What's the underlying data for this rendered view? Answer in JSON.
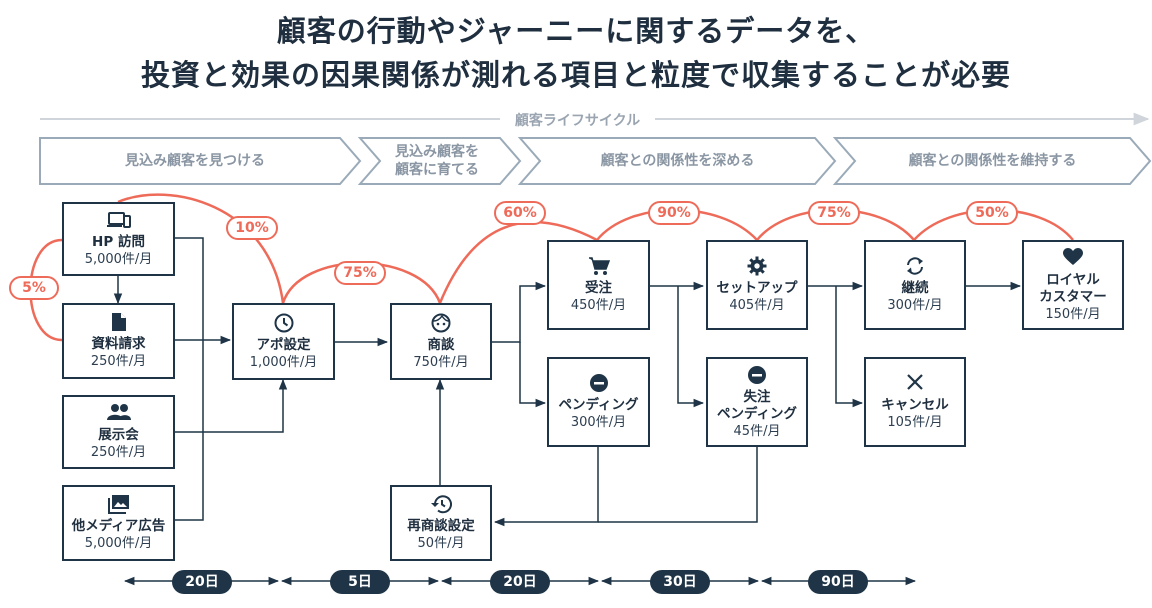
{
  "title": {
    "line1": "顧客の行動やジャーニーに関するデータを、",
    "line2": "投資と効果の因果関係が測れる項目と粒度で収集することが必要"
  },
  "lifecycle_label": "顧客ライフサイクル",
  "stages": [
    "見込み顧客を見つける",
    "見込み顧客を顧客に育てる",
    "顧客との関係性を深める",
    "顧客との関係性を維持する"
  ],
  "stage2_lines": [
    "見込み顧客を",
    "顧客に育てる"
  ],
  "nodes": {
    "hp": {
      "name": "HP 訪問",
      "count": "5,000件/月",
      "icon": "devices-icon"
    },
    "shiryo": {
      "name": "資料請求",
      "count": "250件/月",
      "icon": "document-icon"
    },
    "tenjikai": {
      "name": "展示会",
      "count": "250件/月",
      "icon": "people-icon"
    },
    "media": {
      "name": "他メディア広告",
      "count": "5,000件/月",
      "icon": "image-icon"
    },
    "apo": {
      "name": "アポ設定",
      "count": "1,000件/月",
      "icon": "clock-icon"
    },
    "shodan": {
      "name": "商談",
      "count": "750件/月",
      "icon": "face-icon"
    },
    "resho": {
      "name": "再商談設定",
      "count": "50件/月",
      "icon": "history-icon"
    },
    "juchu": {
      "name": "受注",
      "count": "450件/月",
      "icon": "cart-icon"
    },
    "pending": {
      "name": "ペンディング",
      "count": "300件/月",
      "icon": "minus-circle-icon"
    },
    "setup": {
      "name": "セットアップ",
      "count": "405件/月",
      "icon": "gear-icon"
    },
    "shitchu": {
      "name1": "失注",
      "name2": "ペンディング",
      "count": "45件/月",
      "icon": "minus-circle-icon"
    },
    "keizoku": {
      "name": "継続",
      "count": "300件/月",
      "icon": "sync-icon"
    },
    "cancel": {
      "name": "キャンセル",
      "count": "105件/月",
      "icon": "close-icon"
    },
    "loyal": {
      "name1": "ロイヤル",
      "name2": "カスタマー",
      "count": "150件/月",
      "icon": "heart-icon"
    }
  },
  "conversions": {
    "hp_to_shiryo": "5%",
    "hp_to_apo": "10%",
    "apo_to_shodan": "75%",
    "shodan_to_juchu": "60%",
    "juchu_to_setup": "90%",
    "setup_to_keizoku": "75%",
    "keizoku_to_loyal": "50%"
  },
  "durations": [
    "20日",
    "5日",
    "20日",
    "30日",
    "90日"
  ],
  "colors": {
    "navy": "#1f3547",
    "coral": "#ee6b5a",
    "gray": "#9aa5b1"
  }
}
